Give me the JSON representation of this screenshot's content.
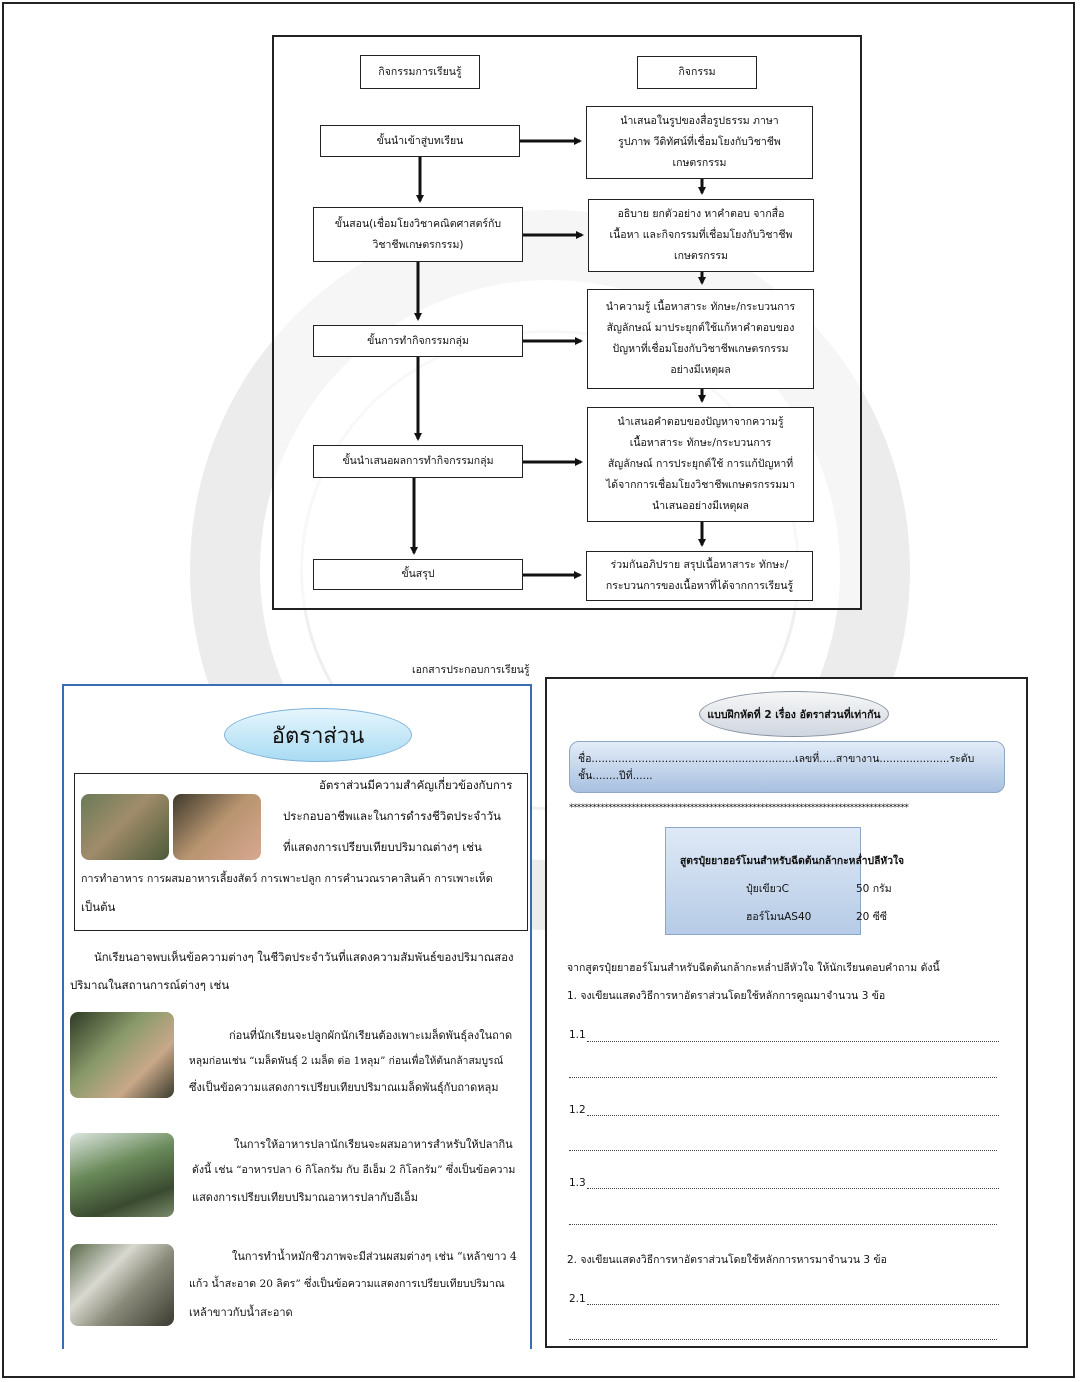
{
  "flowchart": {
    "header_left": "กิจกรรมการเรียนรู้",
    "header_right": "กิจกรรม",
    "steps": [
      {
        "label": [
          "ขั้นนำเข้าสู่บทเรียน"
        ],
        "activity": [
          "นำเสนอในรูปของสื่อรูปธรรม ภาษา",
          "รูปภาพ วีดิทัศน์ที่เชื่อมโยงกับวิชาชีพ",
          "เกษตรกรรม"
        ]
      },
      {
        "label": [
          "ขั้นสอน(เชื่อมโยงวิชาคณิตศาสตร์กับ",
          "วิชาชีพเกษตรกรรม)"
        ],
        "activity": [
          "อธิบาย ยกตัวอย่าง หาคำตอบ จากสื่อ",
          "เนื้อหา และกิจกรรมที่เชื่อมโยงกับวิชาชีพ",
          "เกษตรกรรม"
        ]
      },
      {
        "label": [
          "ขั้นการทำกิจกรรมกลุ่ม"
        ],
        "activity": [
          "นำความรู้ เนื้อหาสาระ ทักษะ/กระบวนการ",
          "สัญลักษณ์ มาประยุกต์ใช้แก้หาคำตอบของ",
          "ปัญหาที่เชื่อมโยงกับวิชาชีพเกษตรกรรม",
          "อย่างมีเหตุผล"
        ]
      },
      {
        "label": [
          "ขั้นนำเสนอผลการทำกิจกรรมกลุ่ม"
        ],
        "activity": [
          "นำเสนอคำตอบของปัญหาจากความรู้",
          "เนื้อหาสาระ ทักษะ/กระบวนการ",
          "สัญลักษณ์ การประยุกต์ใช้ การแก้ปัญหาที่",
          "ได้จากการเชื่อมโยงวิชาชีพเกษตรกรรมมา",
          "นำเสนออย่างมีเหตุผล"
        ]
      },
      {
        "label": [
          "ขั้นสรุป"
        ],
        "activity": [
          "ร่วมกันอภิปราย สรุปเนื้อหาสาระ ทักษะ/",
          "กระบวนการของเนื้อหาที่ได้จากการเรียนรู้"
        ]
      }
    ]
  },
  "caption": "เอกสารประกอบการเรียนรู้",
  "left_page": {
    "title": "อัตราส่วน",
    "intro_lines": [
      "อัตราส่วนมีความสำคัญเกี่ยวข้องกับการ",
      "ประกอบอาชีพและในการดำรงชีวิตประจำวัน",
      "ที่แสดงการเปรียบเทียบปริมาณต่างๆ เช่น",
      "การทำอาหาร การผสมอาหารเลี้ยงสัตว์ การเพาะปลูก การคำนวณราคาสินค้า การเพาะเห็ด",
      "เป็นต้น"
    ],
    "para_lines": [
      "นักเรียนอาจพบเห็นข้อความต่างๆ ในชีวิตประจำวันที่แสดงความสัมพันธ์ของปริมาณสอง",
      "ปริมาณในสถานการณ์ต่างๆ เช่น"
    ],
    "examples": [
      [
        "ก่อนที่นักเรียนจะปลูกผักนักเรียนต้องเพาะเมล็ดพันธุ์ลงในถาด",
        "หลุมก่อนเช่น “เมล็ดพันธุ์ 2 เมล็ด ต่อ 1หลุม” ก่อนเพื่อให้ต้นกล้าสมบูรณ์",
        "ซึ่งเป็นข้อความแสดงการเปรียบเทียบปริมาณเมล็ดพันธุ์กับถาดหลุม"
      ],
      [
        "ในการให้อาหารปลานักเรียนจะผสมอาหารสำหรับให้ปลากิน",
        "ดังนี้ เช่น “อาหารปลา 6 กิโลกรัม กับ อีเอ็ม 2 กิโลกรัม” ซึ่งเป็นข้อความ",
        "แสดงการเปรียบเทียบปริมาณอาหารปลากับอีเอ็ม"
      ],
      [
        "ในการทำน้ำหมักชีวภาพจะมีส่วนผสมต่างๆ เช่น “เหล้าขาว 4",
        "แก้ว น้ำสะอาด 20 ลิตร”  ซึ่งเป็นข้อความแสดงการเปรียบเทียบปริมาณ",
        "เหล้าขาวกับน้ำสะอาด"
      ]
    ]
  },
  "right_page": {
    "title": "แบบฝึกหัดที่ 2 เรื่อง อัตราส่วนที่เท่ากัน",
    "name_line": "ชื่อ.............................................................เลขที่.....สาขางาน.....................ระดับชั้น........ปีที่......",
    "stars": "***************************************************************************************",
    "formula_title": "สูตรปุ๋ยยาฮอร์โมนสำหรับฉีดต้นกล้ากะหล่ำปลีหัวใจ",
    "formula_rows": [
      {
        "name": "ปุ๋ยเขียวC",
        "amount": "50 กรัม"
      },
      {
        "name": "ฮอร์โมนAS40",
        "amount": "20 ซีซี"
      }
    ],
    "instruction": "จากสูตรปุ๋ยยาฮอร์โมนสำหรับฉีดต้นกล้ากะหล่ำปลีหัวใจ ให้นักเรียนตอบคำถาม ดังนี้",
    "q1": "1. จงเขียนแสดงวิธีการหาอัตราส่วนโดยใช้หลักการคูณมาจำนวน 3 ข้อ",
    "q2": "2. จงเขียนแสดงวิธีการหาอัตราส่วนโดยใช้หลักการหารมาจำนวน 3 ข้อ",
    "answers": [
      "1.1",
      "1.2",
      "1.3",
      "2.1"
    ]
  }
}
